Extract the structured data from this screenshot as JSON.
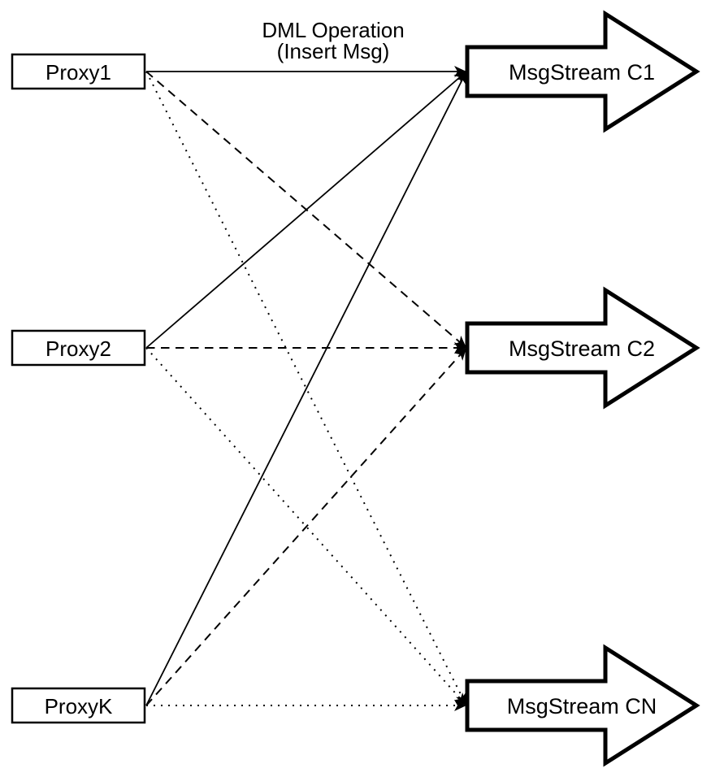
{
  "annotation": {
    "line1": "DML Operation",
    "line2": "(Insert Msg)"
  },
  "proxies": [
    {
      "id": "proxy1",
      "label": "Proxy1"
    },
    {
      "id": "proxy2",
      "label": "Proxy2"
    },
    {
      "id": "proxyk",
      "label": "ProxyK"
    }
  ],
  "streams": [
    {
      "id": "c1",
      "label": "MsgStream C1"
    },
    {
      "id": "c2",
      "label": "MsgStream C2"
    },
    {
      "id": "cn",
      "label": "MsgStream CN"
    }
  ],
  "edges": [
    {
      "from": "proxy1",
      "to": "c1",
      "style": "solid"
    },
    {
      "from": "proxy2",
      "to": "c1",
      "style": "solid"
    },
    {
      "from": "proxyk",
      "to": "c1",
      "style": "solid"
    },
    {
      "from": "proxy1",
      "to": "c2",
      "style": "dashed"
    },
    {
      "from": "proxy2",
      "to": "c2",
      "style": "dashed"
    },
    {
      "from": "proxyk",
      "to": "c2",
      "style": "dashed"
    },
    {
      "from": "proxy1",
      "to": "cn",
      "style": "dotted"
    },
    {
      "from": "proxy2",
      "to": "cn",
      "style": "dotted"
    },
    {
      "from": "proxyk",
      "to": "cn",
      "style": "dotted"
    }
  ],
  "colors": {
    "stroke": "#000000",
    "fill": "#ffffff",
    "background": "#ffffff"
  }
}
